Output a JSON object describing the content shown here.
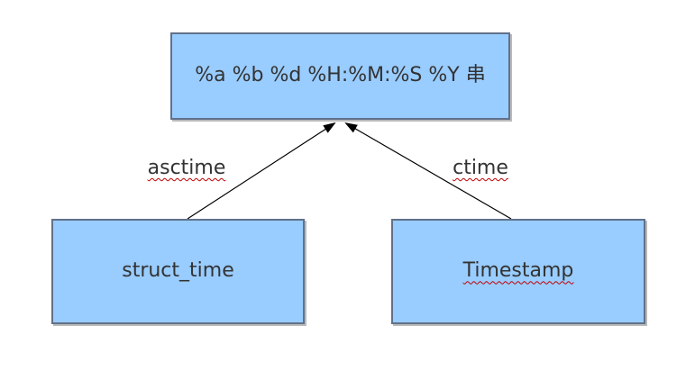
{
  "diagram": {
    "nodes": [
      {
        "id": "format_string",
        "label": "%a %b %d %H:%M:%S %Y 串",
        "spellcheck_underline": false
      },
      {
        "id": "struct_time",
        "label": "struct_time",
        "spellcheck_underline": false
      },
      {
        "id": "timestamp",
        "label": "Timestamp",
        "spellcheck_underline": true
      }
    ],
    "edges": [
      {
        "from": "struct_time",
        "to": "format_string",
        "label": "asctime",
        "spellcheck_underline": true
      },
      {
        "from": "timestamp",
        "to": "format_string",
        "label": "ctime",
        "spellcheck_underline": true
      }
    ],
    "colors": {
      "background": "#ffffff",
      "box_fill": "#99ccff",
      "box_border": "#61718a",
      "text": "#333333",
      "arrow": "#000000",
      "spellcheck_underline": "#c00000"
    }
  }
}
